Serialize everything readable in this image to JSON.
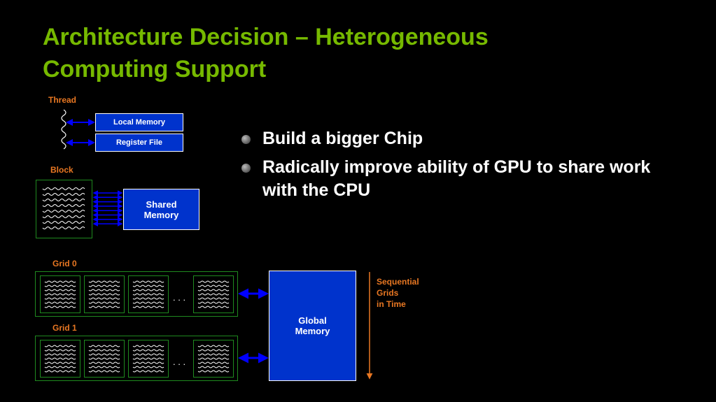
{
  "title": {
    "line1": "Architecture Decision – Heterogeneous",
    "line2": "Computing Support"
  },
  "bullets": [
    "Build a  bigger Chip",
    "Radically improve ability of GPU to share work with the CPU"
  ],
  "diagram": {
    "thread_label": "Thread",
    "local_memory": "Local Memory",
    "register_file": "Register File",
    "block_label": "Block",
    "shared_memory_line1": "Shared",
    "shared_memory_line2": "Memory",
    "grid0_label": "Grid 0",
    "grid1_label": "Grid 1",
    "ellipsis": ". . .",
    "global_memory_line1": "Global",
    "global_memory_line2": "Memory",
    "sequential_line1": "Sequential",
    "sequential_line2": "Grids",
    "sequential_line3": "in Time",
    "colors": {
      "title": "#76b900",
      "label": "#e87722",
      "memory_box": "#0033cc",
      "grid_border": "#1f8a1f",
      "arrow": "#0000ff"
    }
  }
}
